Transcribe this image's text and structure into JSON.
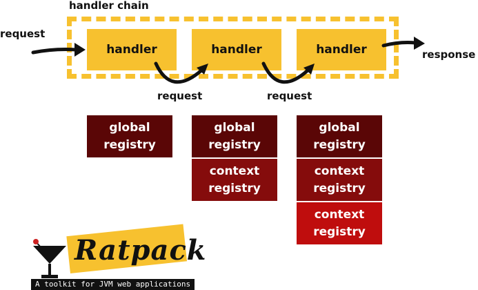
{
  "diagram": {
    "chain_title": "handler chain",
    "handlers": [
      "handler",
      "handler",
      "handler"
    ],
    "request_in": "request",
    "response_out": "response",
    "request_between": [
      "request",
      "request"
    ],
    "registries": {
      "column1": [
        {
          "line1": "global",
          "line2": "registry"
        }
      ],
      "column2": [
        {
          "line1": "global",
          "line2": "registry"
        },
        {
          "line1": "context",
          "line2": "registry"
        }
      ],
      "column3": [
        {
          "line1": "global",
          "line2": "registry"
        },
        {
          "line1": "context",
          "line2": "registry"
        },
        {
          "line1": "context",
          "line2": "registry"
        }
      ]
    }
  },
  "colors": {
    "handler": "#f7c12f",
    "global_registry": "#5a0606",
    "context_registry_1": "#850c0c",
    "context_registry_2": "#bf0d0d"
  },
  "logo": {
    "brand": "Ratpack",
    "tagline": "A toolkit for JVM web applications",
    "icon": "martini-glass-icon"
  }
}
